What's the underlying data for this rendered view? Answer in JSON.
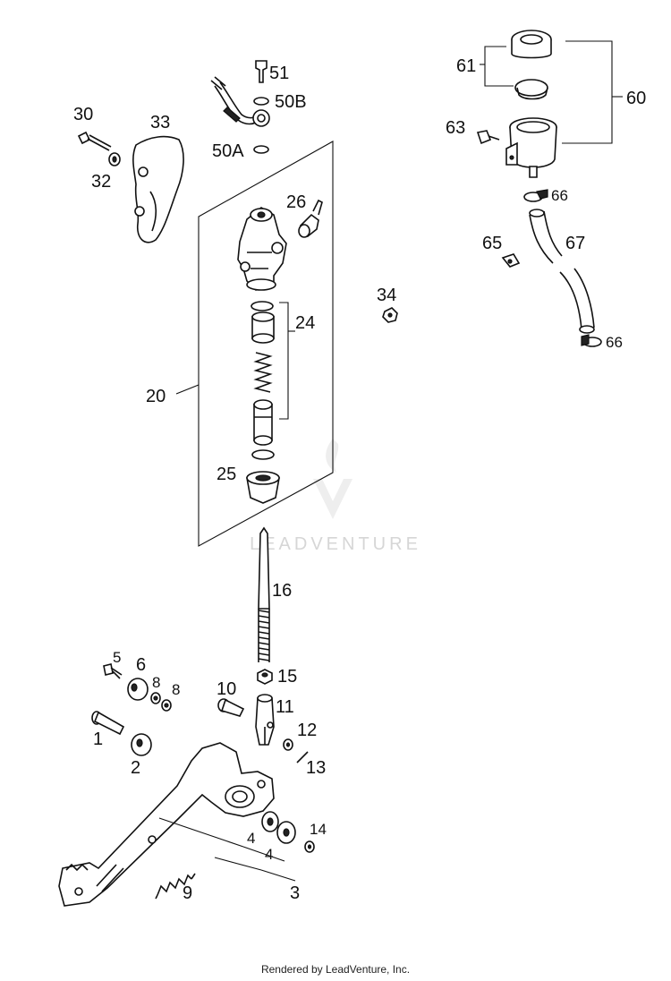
{
  "watermark": {
    "text": "LEADVENTURE"
  },
  "footer": {
    "text": "Rendered by LeadVenture, Inc."
  },
  "labels": {
    "p1": "1",
    "p2": "2",
    "p3": "3",
    "p4a": "4",
    "p4b": "4",
    "p5": "5",
    "p6": "6",
    "p8a": "8",
    "p8b": "8",
    "p9": "9",
    "p10": "10",
    "p11": "11",
    "p12": "12",
    "p13": "13",
    "p14": "14",
    "p15": "15",
    "p16": "16",
    "p20": "20",
    "p24": "24",
    "p25": "25",
    "p26": "26",
    "p30": "30",
    "p32": "32",
    "p33": "33",
    "p34": "34",
    "p50A": "50A",
    "p50B": "50B",
    "p51": "51",
    "p60": "60",
    "p61": "61",
    "p63": "63",
    "p65": "65",
    "p66a": "66",
    "p66b": "66",
    "p67": "67"
  }
}
